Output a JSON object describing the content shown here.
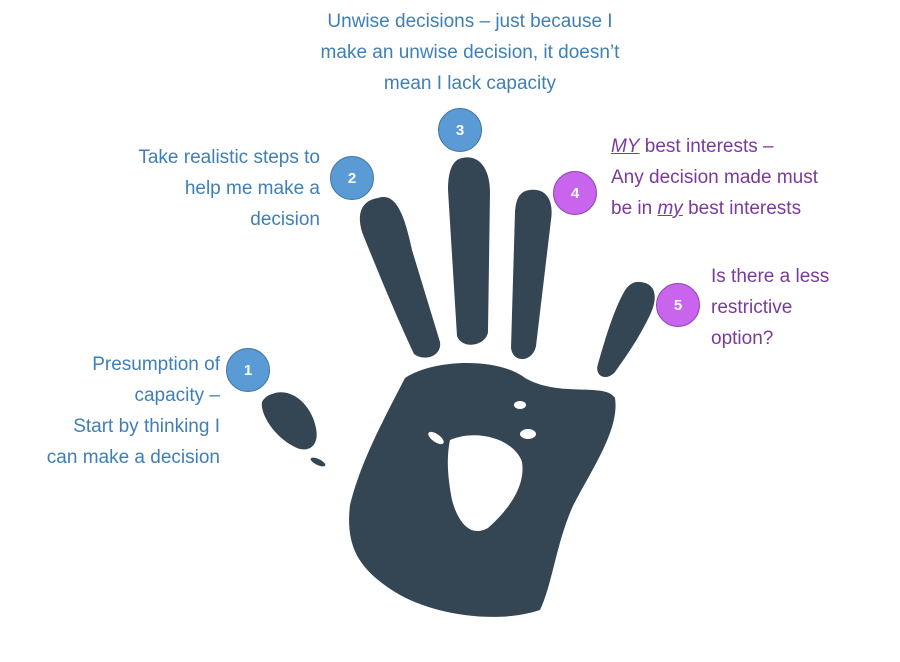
{
  "colors": {
    "hand": "#344554",
    "blue_text": "#3f7fb6",
    "purple_text": "#7a3a9c",
    "blue_badge": "#5b9bd5",
    "purple_badge": "#c865ec"
  },
  "principles": [
    {
      "number": "1",
      "lines": [
        "Presumption of",
        "capacity –",
        "Start by thinking I",
        "can make a decision"
      ]
    },
    {
      "number": "2",
      "lines": [
        "Take realistic steps to",
        "help me make a",
        "decision"
      ]
    },
    {
      "number": "3",
      "lines": [
        "Unwise decisions – just because I",
        "make an unwise decision, it doesn’t",
        "mean I lack capacity"
      ]
    },
    {
      "number": "4",
      "emph_1": "MY",
      "line_1_rest": " best interests –",
      "line_2": "Any decision made must",
      "line_3_pre": "be in ",
      "emph_2": "my",
      "line_3_rest": " best interests"
    },
    {
      "number": "5",
      "lines": [
        "Is there a less",
        "restrictive",
        "option?"
      ]
    }
  ]
}
